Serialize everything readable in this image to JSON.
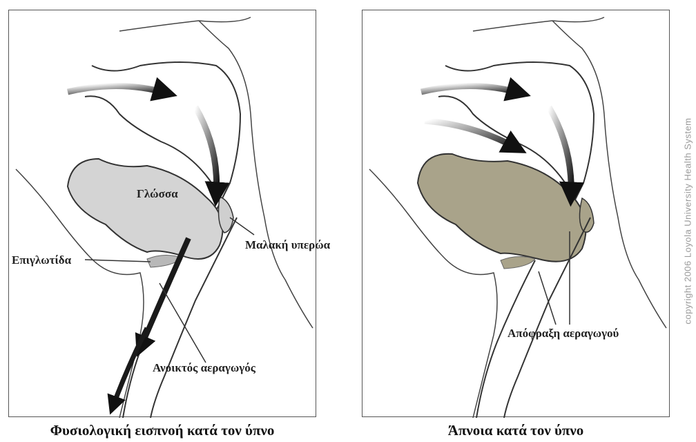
{
  "left_panel": {
    "caption": "Φυσιολογική εισπνοή κατά τον ύπνο",
    "labels": {
      "tongue": "Γλώσσα",
      "soft_palate": "Μαλακή υπερώα",
      "epiglottis": "Επιγλωτίδα",
      "open_airway": "Ανοικτός αεραγωγός"
    }
  },
  "right_panel": {
    "caption": "Άπνοια κατά τον ύπνο",
    "labels": {
      "airway_obstruction": "Απόφραξη αεραγωγού"
    }
  },
  "copyright": "copyright 2006 Loyola University Health System",
  "colors": {
    "tongue_normal": "#d4d4d4",
    "tongue_apnea": "#a9a38a",
    "outline": "#333333",
    "arrow": "#1a1a1a"
  }
}
